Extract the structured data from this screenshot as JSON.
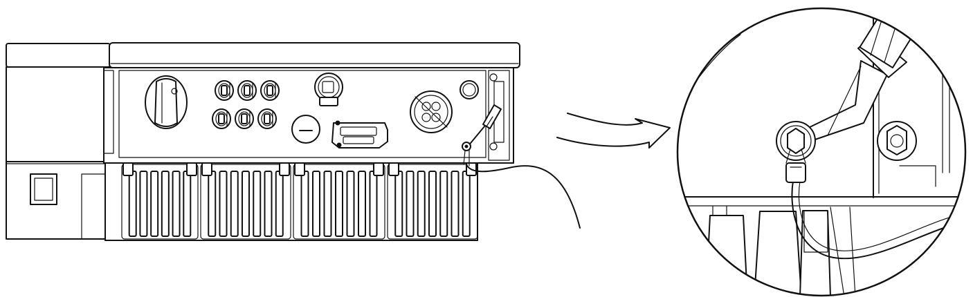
{
  "figure": {
    "description_labels": [],
    "colors": {
      "line": "#111111",
      "background": "#ffffff"
    },
    "icons": [
      "inverter-unit",
      "curved-arrow-icon",
      "zoom-detail-circle",
      "screwdriver",
      "ground-screw",
      "ground-cable"
    ]
  }
}
